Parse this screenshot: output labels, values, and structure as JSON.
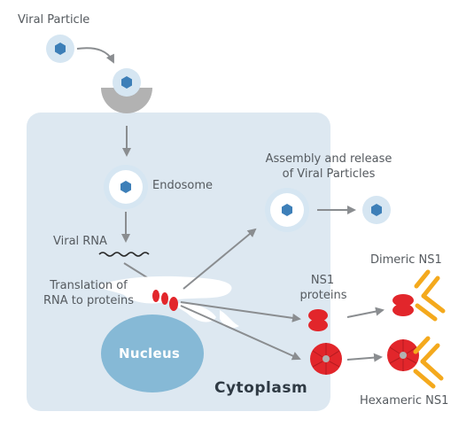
{
  "labels": {
    "viral_particle": "Viral Particle",
    "endosome": "Endosome",
    "viral_rna": "Viral RNA",
    "translation_line1": "Translation of",
    "translation_line2": "RNA to proteins",
    "nucleus": "Nucleus",
    "cytoplasm": "Cytoplasm",
    "assembly_line1": "Assembly and release",
    "assembly_line2": "of Viral Particles",
    "ns1_line1": "NS1",
    "ns1_line2": "proteins",
    "dimeric": "Dimeric NS1",
    "hexameric": "Hexameric NS1"
  },
  "colors": {
    "cell": "#dde8f1",
    "nucleus": "#86b9d6",
    "capsid": "#3d7fb8",
    "membrane_ring": "#d6e6f2",
    "receptor": "#b2b2b2",
    "arrow": "#8a8d90",
    "protein_red": "#e2262b",
    "antibody": "#f4a91d"
  }
}
